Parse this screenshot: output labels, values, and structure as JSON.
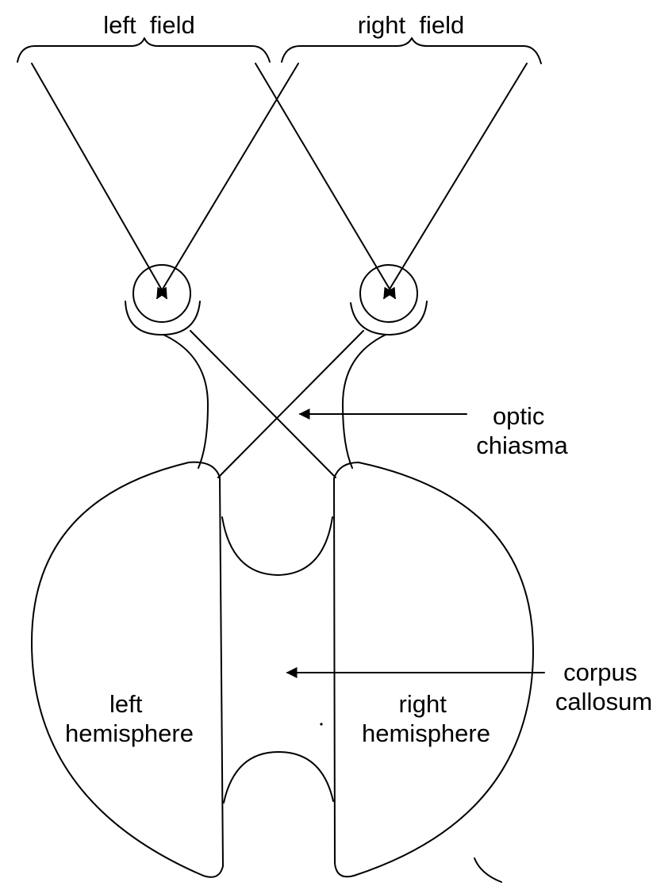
{
  "labels": {
    "left_field": "left  field",
    "right_field": "right  field",
    "optic_chiasma": [
      "optic",
      "chiasma"
    ],
    "corpus_callosum": [
      "corpus",
      "callosum"
    ],
    "left_hemisphere": [
      "left",
      "hemisphere"
    ],
    "right_hemisphere": [
      "right",
      "hemisphere"
    ]
  },
  "colors": {
    "ink": "#000000",
    "background": "#ffffff"
  }
}
